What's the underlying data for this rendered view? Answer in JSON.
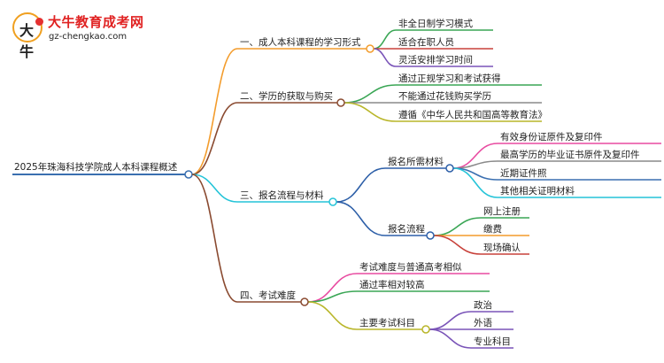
{
  "brand": {
    "name": "大牛教育成考网",
    "url": "gz-chengkao.com",
    "logo_char": "大牛",
    "colors": {
      "red": "#e02222",
      "orange": "#f0a020"
    }
  },
  "root": {
    "label": "2025年珠海科技学院成人本科课程概述",
    "color": "#3a6fb0"
  },
  "branches": [
    {
      "label": "一、成人本科课程的学习形式",
      "color": "#f39c2c",
      "leaves": [
        {
          "label": "非全日制学习模式",
          "color": "#3aa655"
        },
        {
          "label": "适合在职人员",
          "color": "#c8413a"
        },
        {
          "label": "灵活安排学习时间",
          "color": "#7a54b8"
        }
      ]
    },
    {
      "label": "二、学历的获取与购买",
      "color": "#8a4a30",
      "leaves": [
        {
          "label": "通过正规学习和考试获得",
          "color": "#3aa655"
        },
        {
          "label": "不能通过花钱购买学历",
          "color": "#8a8a8a"
        },
        {
          "label": "遵循《中华人民共和国高等教育法》",
          "color": "#b9b62a"
        }
      ]
    },
    {
      "label": "三、报名流程与材料",
      "color": "#25c4d8",
      "groups": [
        {
          "label": "报名所需材料",
          "color": "#2d5fa8",
          "leaves": [
            {
              "label": "有效身份证原件及复印件",
              "color": "#e84aa0"
            },
            {
              "label": "最高学历的毕业证书原件及复印件",
              "color": "#8a8a8a"
            },
            {
              "label": "近期证件照",
              "color": "#3a6fb0"
            },
            {
              "label": "其他相关证明材料",
              "color": "#25c4d8"
            }
          ]
        },
        {
          "label": "报名流程",
          "color": "#2d5fa8",
          "leaves": [
            {
              "label": "网上注册",
              "color": "#3aa655"
            },
            {
              "label": "缴费",
              "color": "#f39c2c"
            },
            {
              "label": "现场确认",
              "color": "#c8413a"
            }
          ]
        }
      ]
    },
    {
      "label": "四、考试难度",
      "color": "#8a4a30",
      "leaves_before": [
        {
          "label": "考试难度与普通高考相似",
          "color": "#e84aa0"
        },
        {
          "label": "通过率相对较高",
          "color": "#3aa655"
        }
      ],
      "groups": [
        {
          "label": "主要考试科目",
          "color": "#b9b62a",
          "leaves": [
            {
              "label": "政治",
              "color": "#7a54b8"
            },
            {
              "label": "外语",
              "color": "#7a54b8"
            },
            {
              "label": "专业科目",
              "color": "#7a54b8"
            }
          ]
        }
      ]
    }
  ]
}
